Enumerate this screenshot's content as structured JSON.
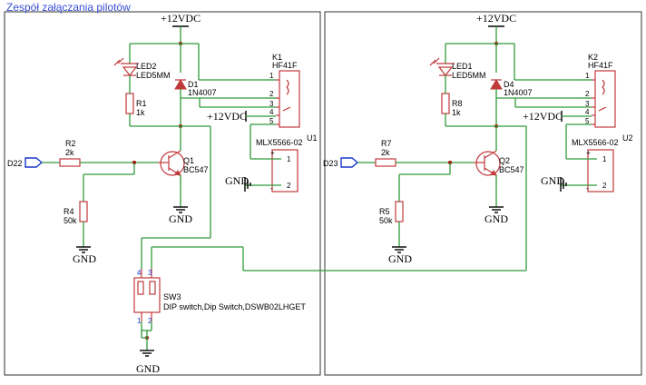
{
  "title": "Zespół załączania pilotów",
  "power": {
    "vdc": "+12VDC",
    "gnd": "GND"
  },
  "channels": [
    {
      "input": "D22",
      "led": {
        "ref": "LED2",
        "value": "LED5MM"
      },
      "diode": {
        "ref": "D1",
        "value": "1N4007"
      },
      "r_led": {
        "ref": "R1",
        "value": "1k"
      },
      "r_base": {
        "ref": "R2",
        "value": "2k"
      },
      "r_pull": {
        "ref": "R4",
        "value": "50k"
      },
      "transistor": {
        "ref": "Q1",
        "value": "BC547"
      },
      "relay": {
        "ref": "K1",
        "value": "HF41F",
        "pins": [
          "1",
          "2",
          "3",
          "4",
          "5"
        ]
      },
      "connector": {
        "ref": "U1",
        "value": "MLX5566-02",
        "pins": [
          "1",
          "2"
        ],
        "signs": [
          "+",
          "-"
        ]
      }
    },
    {
      "input": "D23",
      "led": {
        "ref": "LED1",
        "value": "LED5MM"
      },
      "diode": {
        "ref": "D4",
        "value": "1N4007"
      },
      "r_led": {
        "ref": "R8",
        "value": "1k"
      },
      "r_base": {
        "ref": "R7",
        "value": "2k"
      },
      "r_pull": {
        "ref": "R5",
        "value": "50k"
      },
      "transistor": {
        "ref": "Q2",
        "value": "BC547"
      },
      "relay": {
        "ref": "K2",
        "value": "HF41F",
        "pins": [
          "1",
          "2",
          "3",
          "4",
          "5"
        ]
      },
      "connector": {
        "ref": "U2",
        "value": "MLX5566-02",
        "pins": [
          "1",
          "2"
        ],
        "signs": [
          "+",
          "-"
        ]
      }
    }
  ],
  "switch": {
    "ref": "SW3",
    "value": "DIP switch,Dip Switch,DSWB02LHGET",
    "pins": [
      "4",
      "3",
      "1",
      "2"
    ]
  },
  "colors": {
    "wire": "#2e9b3a",
    "component": "#c0393b",
    "title": "#3a4fd6",
    "pin_number": "#1a37c8"
  }
}
